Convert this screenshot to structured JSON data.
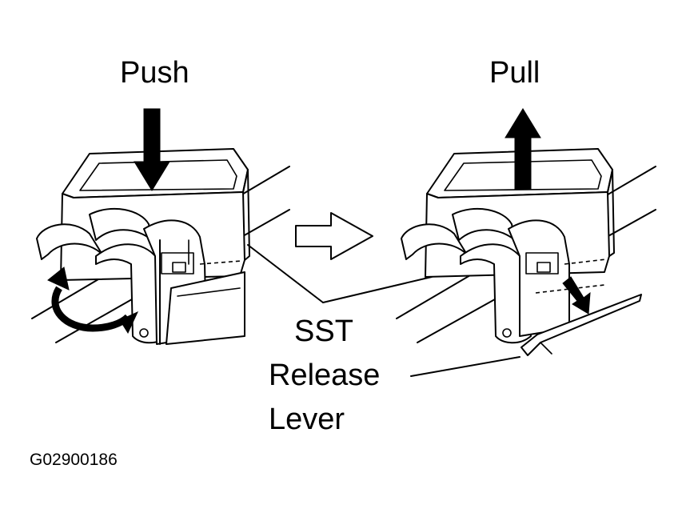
{
  "labels": {
    "push": "Push",
    "pull": "Pull",
    "sst": "SST",
    "release": "Release",
    "lever": "Lever",
    "figure_code": "G02900186"
  },
  "colors": {
    "ink": "#000000",
    "paper": "#ffffff"
  }
}
